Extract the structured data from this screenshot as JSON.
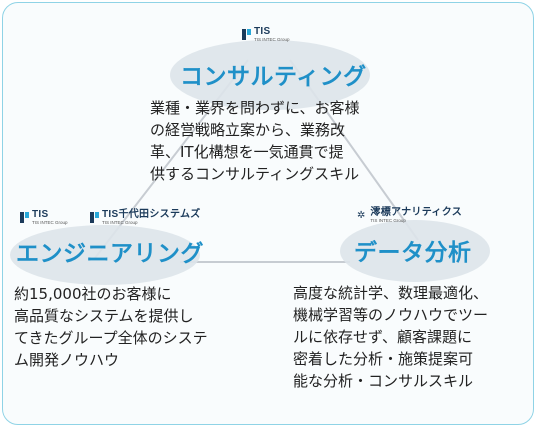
{
  "consulting": {
    "logo": {
      "main": "TIS",
      "sub": "TIS INTEC Group"
    },
    "heading": "コンサルティング",
    "desc": "業種・業界を問わずに、お客様\nの経営戦略立案から、業務改\n革、IT化構想を一気通貫で提\n供するコンサルティングスキル"
  },
  "engineering": {
    "logo_tis": {
      "main": "TIS",
      "sub": "TIS INTEC Group"
    },
    "logo_chiyoda": {
      "main": "TIS千代田システムズ",
      "sub": "TIS INTEC Group"
    },
    "heading": "エンジニアリング",
    "desc": "約15,000社のお客様に\n高品質なシステムを提供し\nてきたグループ全体のシステ\nム開発ノウハウ"
  },
  "analytics": {
    "logo": {
      "main": "澪標アナリティクス",
      "sub": "TIS INTEC Group"
    },
    "heading": "データ分析",
    "desc": "高度な統計学、数理最適化、\n機械学習等のノウハウでツー\nルに依存せず、顧客課題に\n密着した分析・施策提案可\n能な分析・コンサルスキル"
  },
  "colors": {
    "accent": "#1f90c8",
    "blob": "#dde4ea",
    "frame": "#8fd3e6"
  }
}
